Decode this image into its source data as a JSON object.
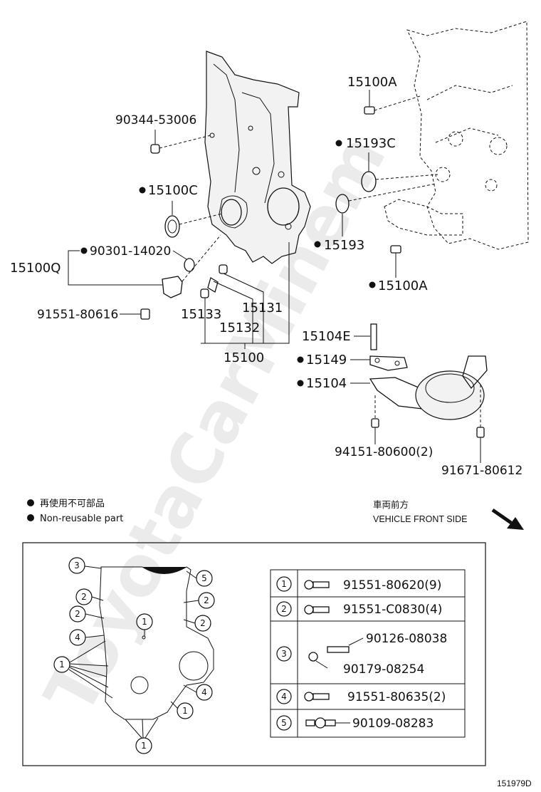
{
  "watermark": "ToyotaCarMinem",
  "callouts": {
    "p1": "90344-53006",
    "p2": "15100C",
    "p3": "90301-14020",
    "p4": "15100Q",
    "p5": "91551-80616",
    "p6": "15133",
    "p7": "15131",
    "p8": "15132",
    "p9": "15100",
    "p10": "15100A",
    "p11": "15193C",
    "p12": "15193",
    "p13": "15100A",
    "p14": "15104E",
    "p15": "15149",
    "p16": "15104",
    "p17": "94151-80600(2)",
    "p18": "91671-80612"
  },
  "legend": {
    "japanese": "再使用不可部品",
    "english": "Non-reusable part"
  },
  "front": {
    "japanese": "車両前方",
    "english": "VEHICLE FRONT SIDE"
  },
  "bolt_table": [
    {
      "num": "1",
      "parts": [
        "91551-80620(9)"
      ]
    },
    {
      "num": "2",
      "parts": [
        "91551-C0830(4)"
      ]
    },
    {
      "num": "3",
      "parts": [
        "90126-08038",
        "90179-08254"
      ]
    },
    {
      "num": "4",
      "parts": [
        "91551-80635(2)"
      ]
    },
    {
      "num": "5",
      "parts": [
        "90109-08283"
      ]
    }
  ],
  "bolt_circles": {
    "c3": "3",
    "c5": "5",
    "c2a": "2",
    "c2b": "2",
    "c2c": "2",
    "c2d": "2",
    "c1a": "1",
    "c4a": "4",
    "c1b": "1",
    "c4b": "4",
    "c1c": "1",
    "c1d": "1"
  },
  "diagram_code": "151979D"
}
